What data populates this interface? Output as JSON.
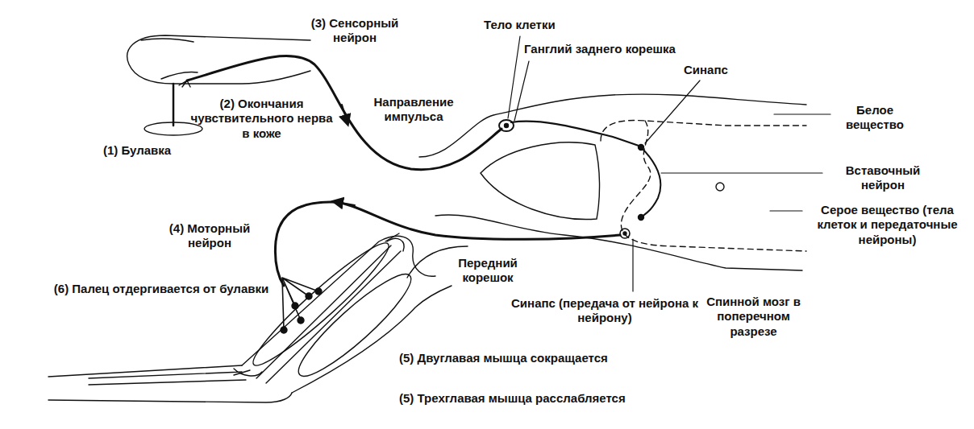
{
  "diagram": {
    "labels": [
      "(3) Сенсорный нейрон",
      "Тело клетки",
      "Ганглий заднего корешка",
      "Синапс",
      "(2) Окончания чувствительного нерва в коже",
      "Направление импульса",
      "(1) Булавка",
      "Белое вещество",
      "Вставочный нейрон",
      "Серое вещество (тела клеток и передаточные нейроны)",
      "(4) Моторный нейрон",
      "Передний корешок",
      "(6) Палец отдергивается от булавки",
      "Синапс (передача от нейрона к нейрону)",
      "Спинной мозг в поперечном разрезе",
      "(5) Двуглавая мышца сокращается",
      "(5) Трехглавая мышца расслабляется"
    ]
  }
}
